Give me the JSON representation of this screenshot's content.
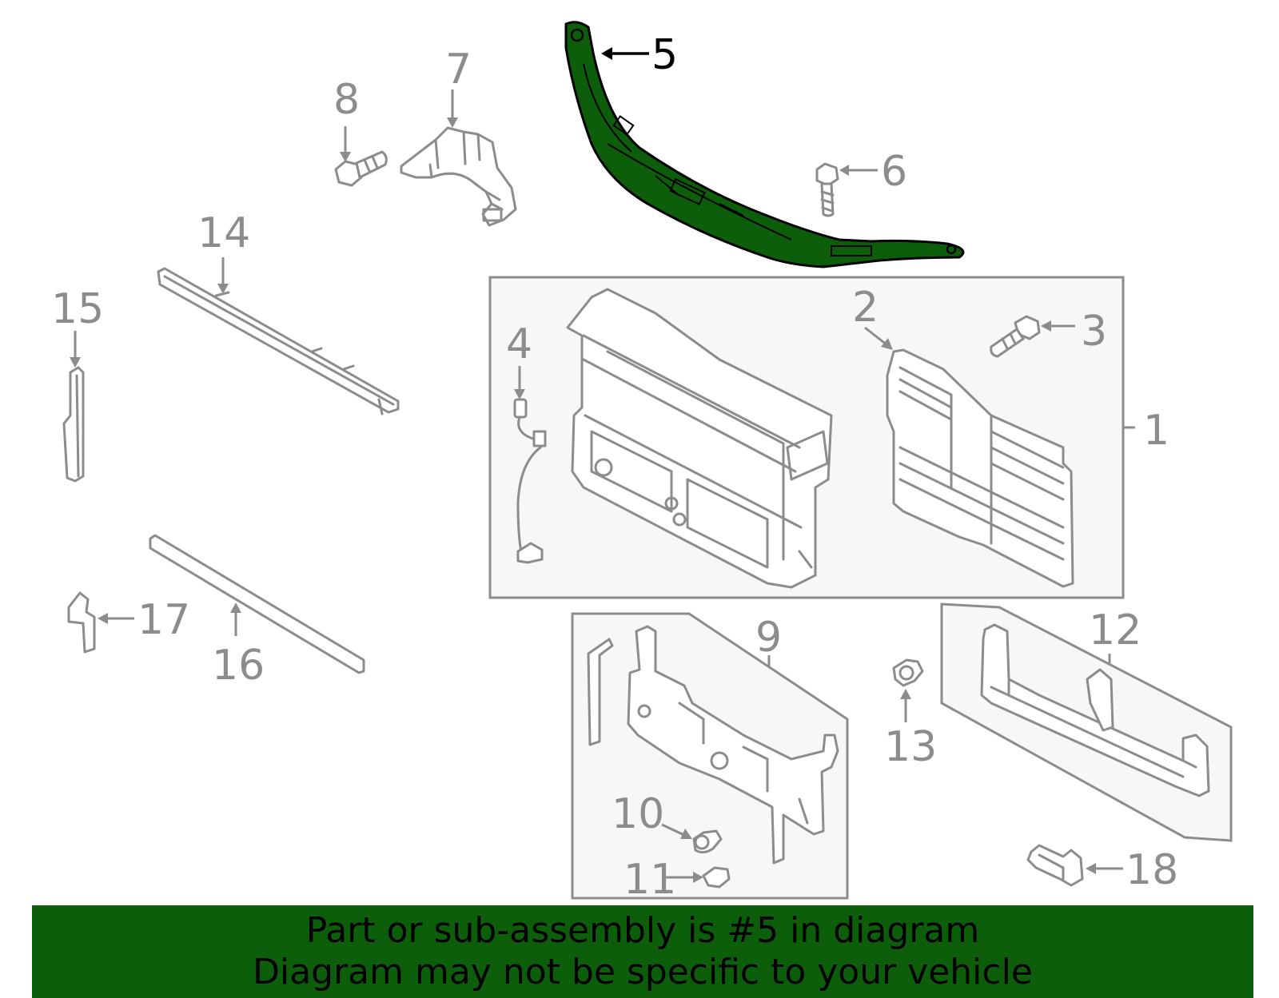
{
  "callouts": {
    "c1": "1",
    "c2": "2",
    "c3": "3",
    "c4": "4",
    "c5": "5",
    "c6": "6",
    "c7": "7",
    "c8": "8",
    "c9": "9",
    "c10": "10",
    "c11": "11",
    "c12": "12",
    "c13": "13",
    "c14": "14",
    "c15": "15",
    "c16": "16",
    "c17": "17",
    "c18": "18"
  },
  "highlight": {
    "part": "5",
    "color": "#0d5e0a"
  },
  "banner": {
    "line1": "Part or sub-assembly is #5 in diagram",
    "line2": "Diagram may not be specific to your vehicle",
    "color": "#0d5e0a"
  }
}
